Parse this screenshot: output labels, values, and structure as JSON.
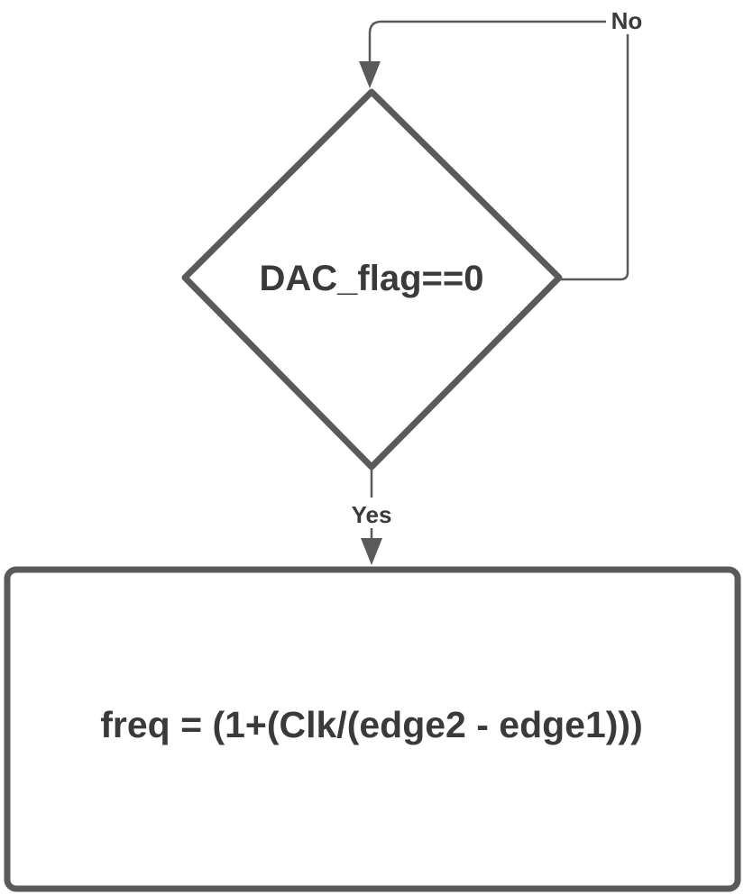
{
  "flowchart": {
    "decision": {
      "text": "DAC_flag==0"
    },
    "process": {
      "text": "freq = (1+(Clk/(edge2 - edge1)))"
    },
    "edges": {
      "no_label": "No",
      "yes_label": "Yes"
    }
  },
  "colors": {
    "stroke": "#5a5a5a",
    "text": "#3a3a3a",
    "background": "#ffffff"
  }
}
